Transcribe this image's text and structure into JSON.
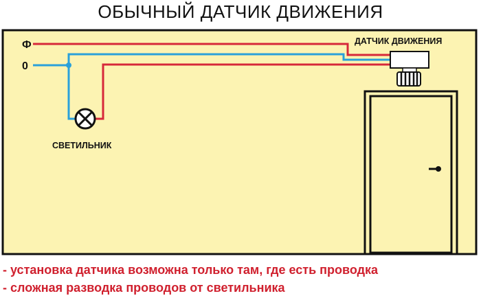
{
  "title": "ОБЫЧНЫЙ ДАТЧИК ДВИЖЕНИЯ",
  "labels": {
    "phase": "Ф",
    "neutral": "0",
    "sensor": "ДАТЧИК ДВИЖЕНИЯ",
    "lamp": "СВЕТИЛЬНИК"
  },
  "notes": [
    "- установка датчика возможна только там, где есть проводка",
    "- сложная разводка проводов от светильника"
  ],
  "colors": {
    "wall": "#fcf3b2",
    "phase_wire": "#d6283a",
    "neutral_wire": "#2aa0da",
    "outline": "#111111",
    "note_text": "#d0202e"
  }
}
